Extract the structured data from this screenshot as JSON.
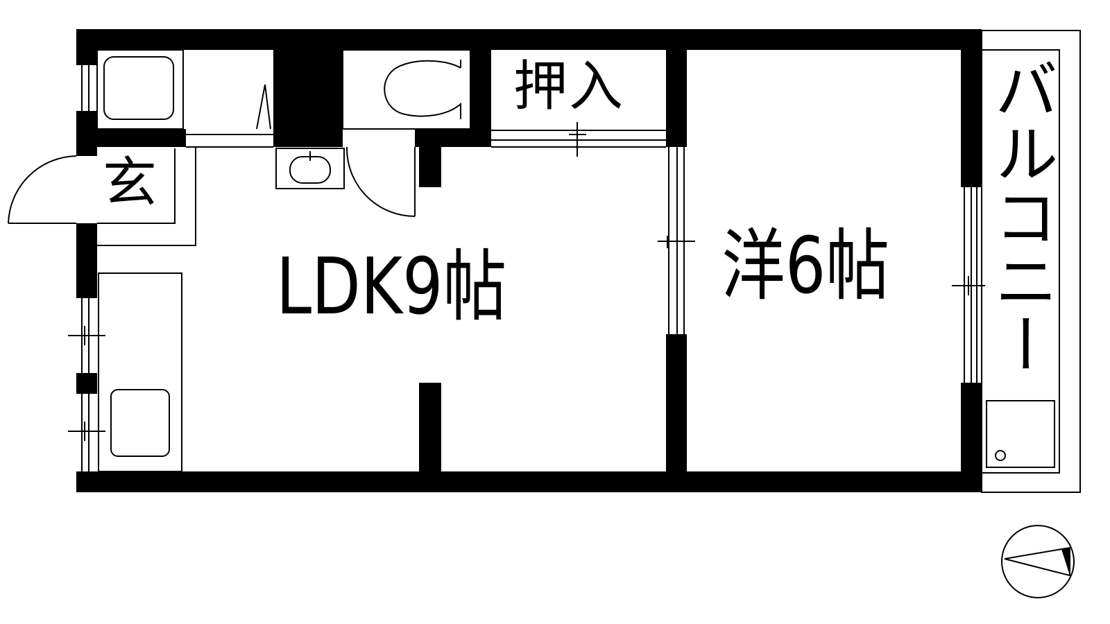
{
  "rooms": {
    "ldk": "LDK9帖",
    "western": "洋6帖",
    "closet": "押入",
    "entrance": "玄",
    "balcony": "バルコニー"
  },
  "fixtures": {
    "bath": "bath-tub-icon",
    "toilet": "toilet-icon",
    "sink": "wash-basin-icon",
    "kitchen": "kitchen-sink-icon",
    "washer": "washing-machine-pan-icon",
    "compass": "north-arrow-icon"
  },
  "colors": {
    "wall": "#000000",
    "line": "#000000",
    "background": "#ffffff"
  }
}
